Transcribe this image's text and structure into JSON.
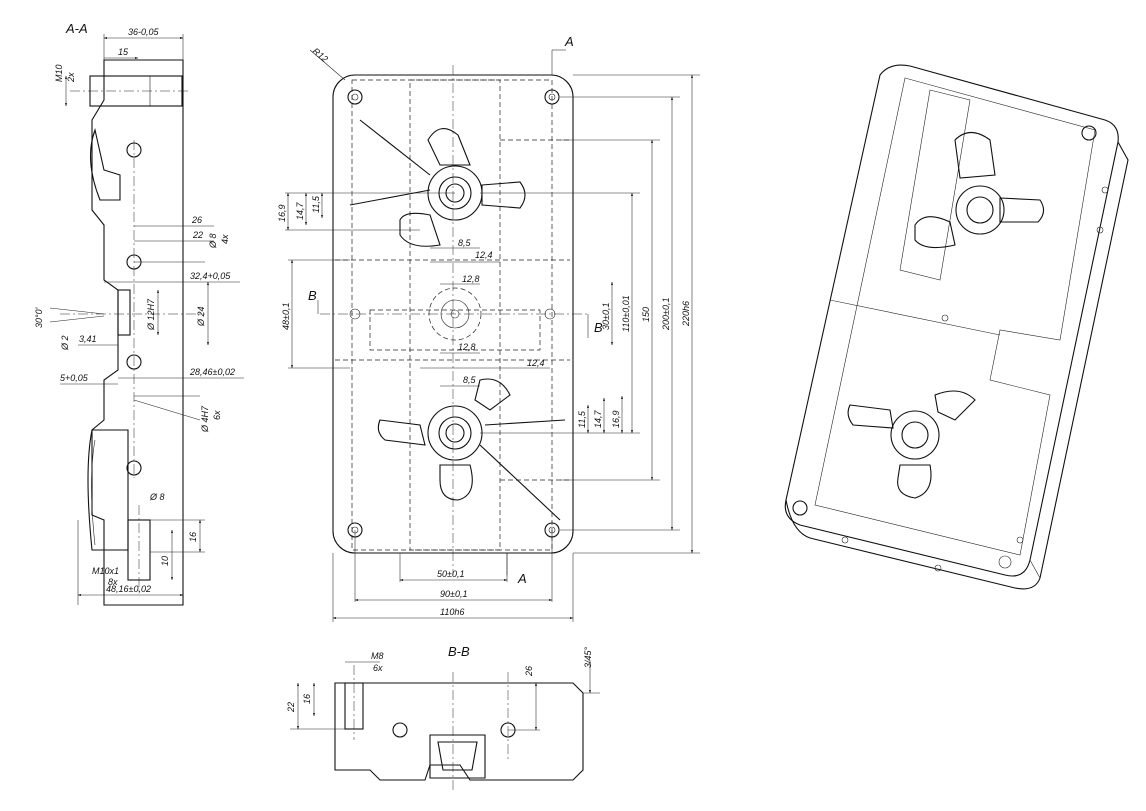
{
  "views": {
    "section_aa": {
      "title": "A-A"
    },
    "section_bb": {
      "title": "B-B"
    },
    "front": {
      "cut_a": "A",
      "cut_b": "B"
    }
  },
  "dims_aa": {
    "d36": "36-0,05",
    "d15": "15",
    "m10": "M10",
    "m10_n": "2x",
    "d26": "26",
    "d22": "22",
    "d8": "Ø 8",
    "d8_n": "4x",
    "d324": "32,4+0,05",
    "d30deg": "30°0'",
    "d12h7": "Ø 12H7",
    "d24": "Ø 24",
    "d2": "Ø 2",
    "d341": "3,41",
    "d2846": "28,46±0,02",
    "d5": "5+0,05",
    "d4h7": "Ø 4H7",
    "d4h7_n": "6x",
    "d8b": "Ø 8",
    "d16": "16",
    "d10": "10",
    "m10x1": "M10x1",
    "m10x1_n": "8x",
    "d4816": "48,16±0,02"
  },
  "dims_front": {
    "r12": "R12",
    "d169a": "16,9",
    "d147a": "14,7",
    "d115a": "11,5",
    "d85a": "8,5",
    "d124a": "12,4",
    "d128a": "12,8",
    "d48": "48±0,1",
    "d30": "30±0,1",
    "d110": "110±0,01",
    "d150": "150",
    "d200": "200±0,1",
    "d220": "220h6",
    "d128b": "12,8",
    "d124b": "12,4",
    "d85b": "8,5",
    "d115b": "11,5",
    "d147b": "14,7",
    "d169b": "16,9",
    "d50": "50±0,1",
    "d90": "90±0,1",
    "d110h6": "110h6"
  },
  "dims_bb": {
    "m8": "M8",
    "m8_n": "6x",
    "d22": "22",
    "d16": "16",
    "d26": "26",
    "chamfer": "3/45°"
  }
}
